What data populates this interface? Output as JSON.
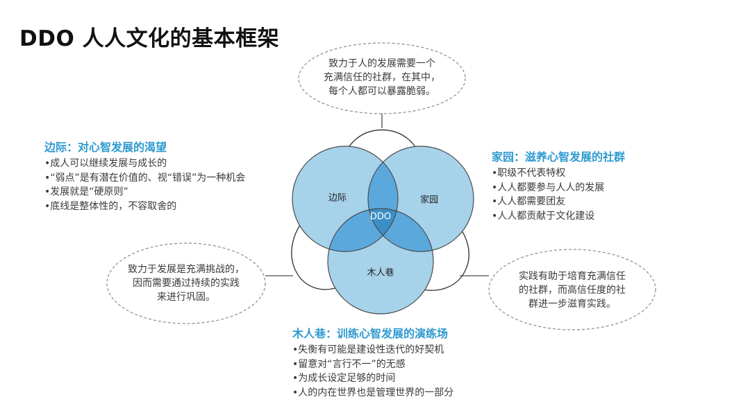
{
  "title": "DDO 人人文化的基本框架",
  "venn": {
    "left_label": "边际",
    "right_label": "家园",
    "bottom_label": "木人巷",
    "center_label": "DDO",
    "colors": {
      "circle_fill": "#a6d2ea",
      "circle_stroke": "#4a4a4a",
      "pair_overlap": "#5ba9dc",
      "center_overlap": "#3a8fc6"
    }
  },
  "left_block": {
    "heading": "边际：对心智发展的渴望",
    "items": [
      "成人可以继续发展与成长的",
      "“弱点”是有潜在价值的、视“错误”为一种机会",
      "发展就是“硬原则”",
      "底线是整体性的，不容取舍的"
    ]
  },
  "right_block": {
    "heading": "家园：滋养心智发展的社群",
    "items": [
      "职级不代表特权",
      "人人都要参与人人的发展",
      "人人都需要团友",
      "人人都贡献于文化建设"
    ]
  },
  "bottom_block": {
    "heading": "木人巷：训练心智发展的演练场",
    "items": [
      "失衡有可能是建设性迭代的好契机",
      "留意对“言行不一”的无感",
      "为成长设定足够的时间",
      "人的内在世界也是管理世界的一部分"
    ]
  },
  "bubbles": {
    "top": [
      "致力于人的发展需要一个",
      "充满信任的社群，在其中，",
      "每个人都可以暴露脆弱。"
    ],
    "left": [
      "致力于发展是充满挑战的，",
      "因而需要通过持续的实践",
      "来进行巩固。"
    ],
    "right": [
      "实践有助于培育充满信任",
      "的社群，而高信任度的社",
      "群进一步滋育实践。"
    ]
  }
}
